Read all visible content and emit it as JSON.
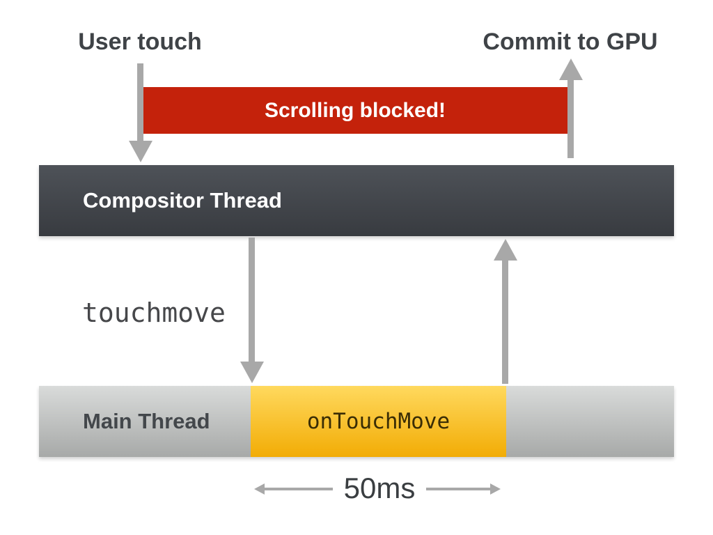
{
  "diagram": {
    "title_left": "User touch",
    "title_right": "Commit to GPU",
    "banner": {
      "label": "Scrolling blocked!"
    },
    "compositor": {
      "label": "Compositor Thread"
    },
    "main": {
      "label": "Main Thread",
      "busy_block": {
        "label": "onTouchMove"
      }
    },
    "event": {
      "label": "touchmove"
    },
    "duration": {
      "label": "50ms"
    }
  },
  "icons": {
    "user_touch_arrow": "arrow-down",
    "commit_arrow": "arrow-up",
    "touchmove_dispatch_arrow": "arrow-down",
    "main_thread_reply_arrow": "arrow-up",
    "duration_left_arrow": "arrow-left",
    "duration_right_arrow": "arrow-right"
  },
  "colors": {
    "background": "#ffffff",
    "blocked_red": "#c4220b",
    "banner_text": "#ffffff",
    "compositor_gradient_top": "#4e5258",
    "compositor_gradient_bottom": "#383b40",
    "main_gradient_top": "#d9dbda",
    "main_gradient_bottom": "#a7a9a8",
    "busy_yellow_top": "#ffd95e",
    "busy_yellow_bottom": "#f2ac05",
    "arrow_gray": "#a8a8a8",
    "heading_text": "#3f4347",
    "main_label_text": "#43474b",
    "event_text": "#46474a",
    "busy_text": "#3a2d05",
    "duration_text": "#3a3e41"
  }
}
